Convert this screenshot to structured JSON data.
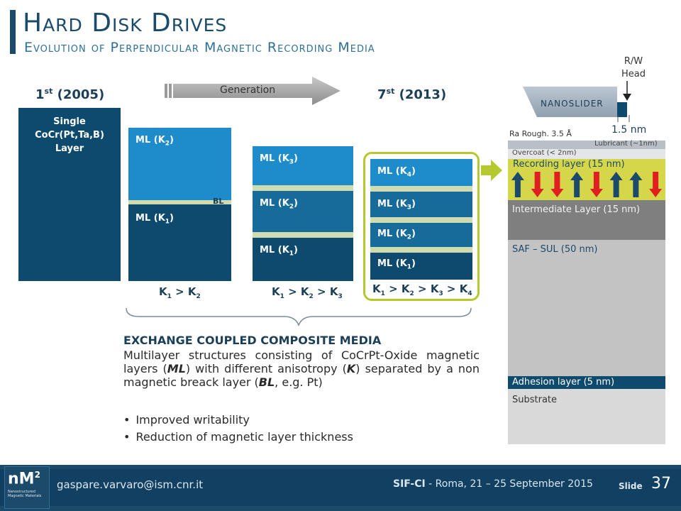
{
  "header": {
    "title": "Hard Disk Drives",
    "subtitle": "Evolution of Perpendicular Magnetic Recording Media"
  },
  "generations": {
    "first_num": "1",
    "first_sup": "st",
    "first_year": "(2005)",
    "last_num": "7",
    "last_sup": "st",
    "last_year": "(2013)",
    "arrow_label": "Generation"
  },
  "stacks": {
    "single_layer": "Single CoCr(Pt,Ta,B) Layer",
    "ml_prefix": "ML (K",
    "ml_suffix": ")",
    "k_prefix": "K",
    "bl_label": "BL",
    "k_label_2": [
      "1",
      "2"
    ],
    "k_label_3": [
      "1",
      "2",
      "3"
    ],
    "k_label_4": [
      "1",
      "2",
      "3",
      "4"
    ],
    "stack2": [
      "2",
      "1"
    ],
    "stack3": [
      "3",
      "2",
      "1"
    ],
    "stack4": [
      "4",
      "3",
      "2",
      "1"
    ]
  },
  "media": {
    "heading": "EXCHANGE COUPLED COMPOSITE MEDIA",
    "desc_1": "Multilayer structures consisting of CoCrPt-Oxide magnetic layers (",
    "desc_ml": "ML",
    "desc_2": ") with different anisotropy (",
    "desc_k": "K",
    "desc_3": ") separated by a non magnetic breack layer (",
    "desc_bl": "BL",
    "desc_4": ", e.g. Pt)",
    "bullets": [
      "Improved writability",
      "Reduction of magnetic layer thickness"
    ]
  },
  "disk": {
    "rw_head": "R/W Head",
    "nanoslider": "NANOSLIDER",
    "gap": "1.5 nm",
    "roughness": "Ra Rough. 3.5 Å",
    "lubricant": "Lubricant (~1nm)",
    "overcoat": "Overcoat (< 2nm)",
    "recording": "Recording layer (15 nm)",
    "intermediate": "Intermediate Layer (15 nm)",
    "saf": "SAF – SUL (50 nm)",
    "adhesion": "Adhesion layer (5 nm)",
    "substrate": "Substrate",
    "arrows": [
      "up",
      "down",
      "down",
      "up",
      "down",
      "up",
      "up",
      "down"
    ]
  },
  "footer": {
    "logo_text": "nM",
    "logo_sup": "2",
    "logo_sub": "Nanostructured Magnetic Materials",
    "email": "gaspare.varvaro@ism.cnr.it",
    "conf_bold": "SIF-CI",
    "conf_rest": " - Roma, 21 – 25 September 2015",
    "slide_label": "Slide",
    "slide_num": "37"
  },
  "colors": {
    "accent_dark": "#0e4a6e",
    "accent_mid": "#176b9a",
    "accent_light": "#1e8bcb",
    "break_layer": "#cfdbb0",
    "highlight": "#b5c92e",
    "recording": "#d6d64a",
    "arrow_up": "#1b4a6b",
    "arrow_down": "#e02020"
  }
}
